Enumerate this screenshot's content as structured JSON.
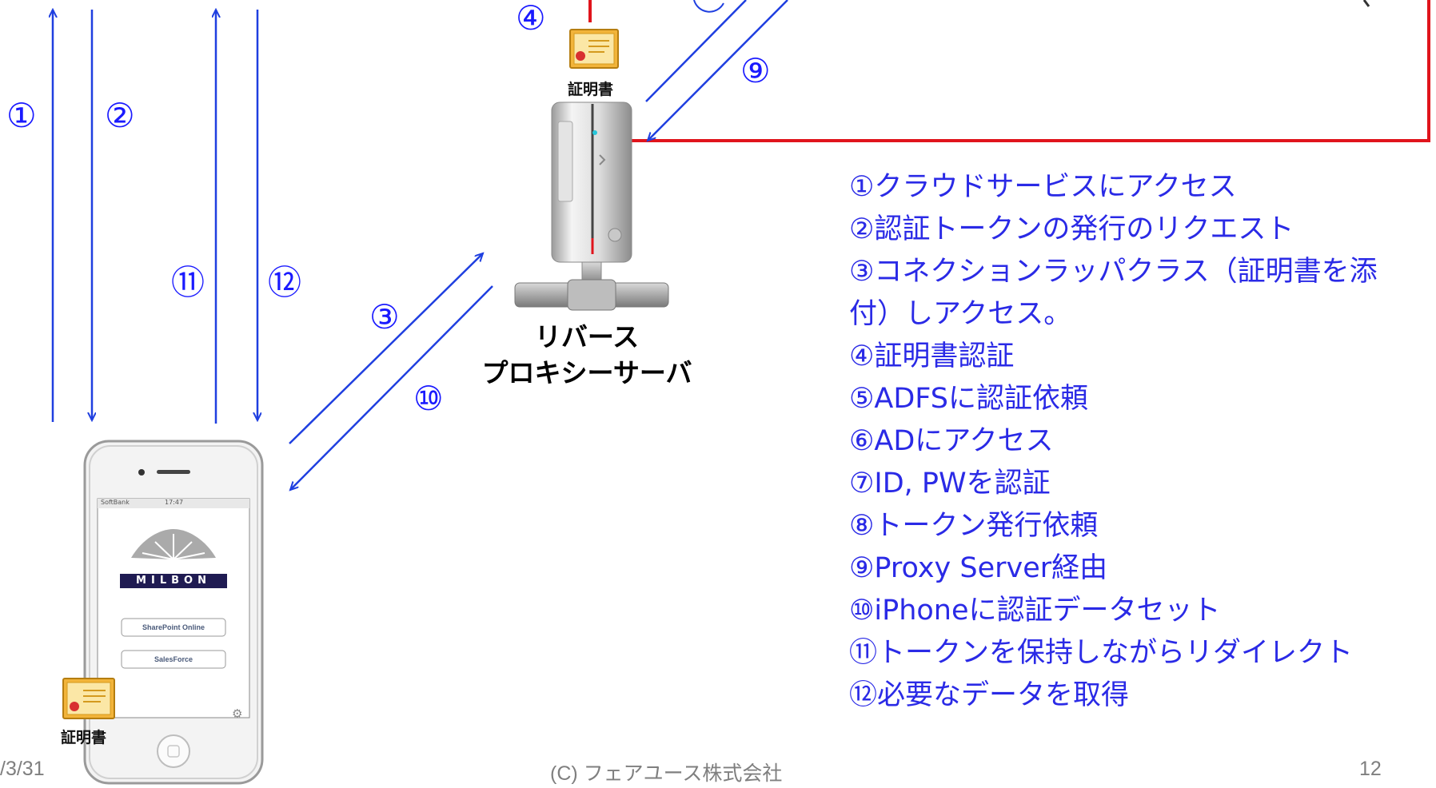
{
  "colors": {
    "arrow": "#1f3fe0",
    "number": "#1a1aff",
    "connector": "#e0141c",
    "legend_text": "#2a2ae6"
  },
  "step_labels": {
    "s1": "①",
    "s2": "②",
    "s3": "③",
    "s4": "④",
    "s9": "⑨",
    "s10": "⑩",
    "s11": "⑪",
    "s12": "⑫"
  },
  "server": {
    "label_line1": "リバース",
    "label_line2": "プロキシーサーバ",
    "icon": "server-tower-icon"
  },
  "certificates": {
    "server_cert_label": "証明書",
    "phone_cert_label": "証明書",
    "icon": "certificate-icon"
  },
  "phone": {
    "icon": "smartphone-icon",
    "status_carrier": "SoftBank",
    "status_time": "17:47",
    "logo_text": "MILBON",
    "button1_label": "SharePoint Online",
    "button2_label": "SalesForce",
    "settings_icon": "gear-icon"
  },
  "legend": [
    "①クラウドサービスにアクセス",
    "②認証トークンの発行のリクエスト",
    "③コネクションラッパクラス（証明書を添",
    "付）しアクセス。",
    "④証明書認証",
    "⑤ADFSに認証依頼",
    "⑥ADにアクセス",
    "⑦ID, PWを認証",
    "⑧トークン発行依頼",
    "⑨Proxy Server経由",
    "⑩iPhoneに認証データセット",
    "⑪トークンを保持しながらリダイレクト",
    "⑫必要なデータを取得"
  ],
  "footer": {
    "date": "/3/31",
    "copyright": "(C) フェアユース株式会社",
    "page_number": "12"
  }
}
